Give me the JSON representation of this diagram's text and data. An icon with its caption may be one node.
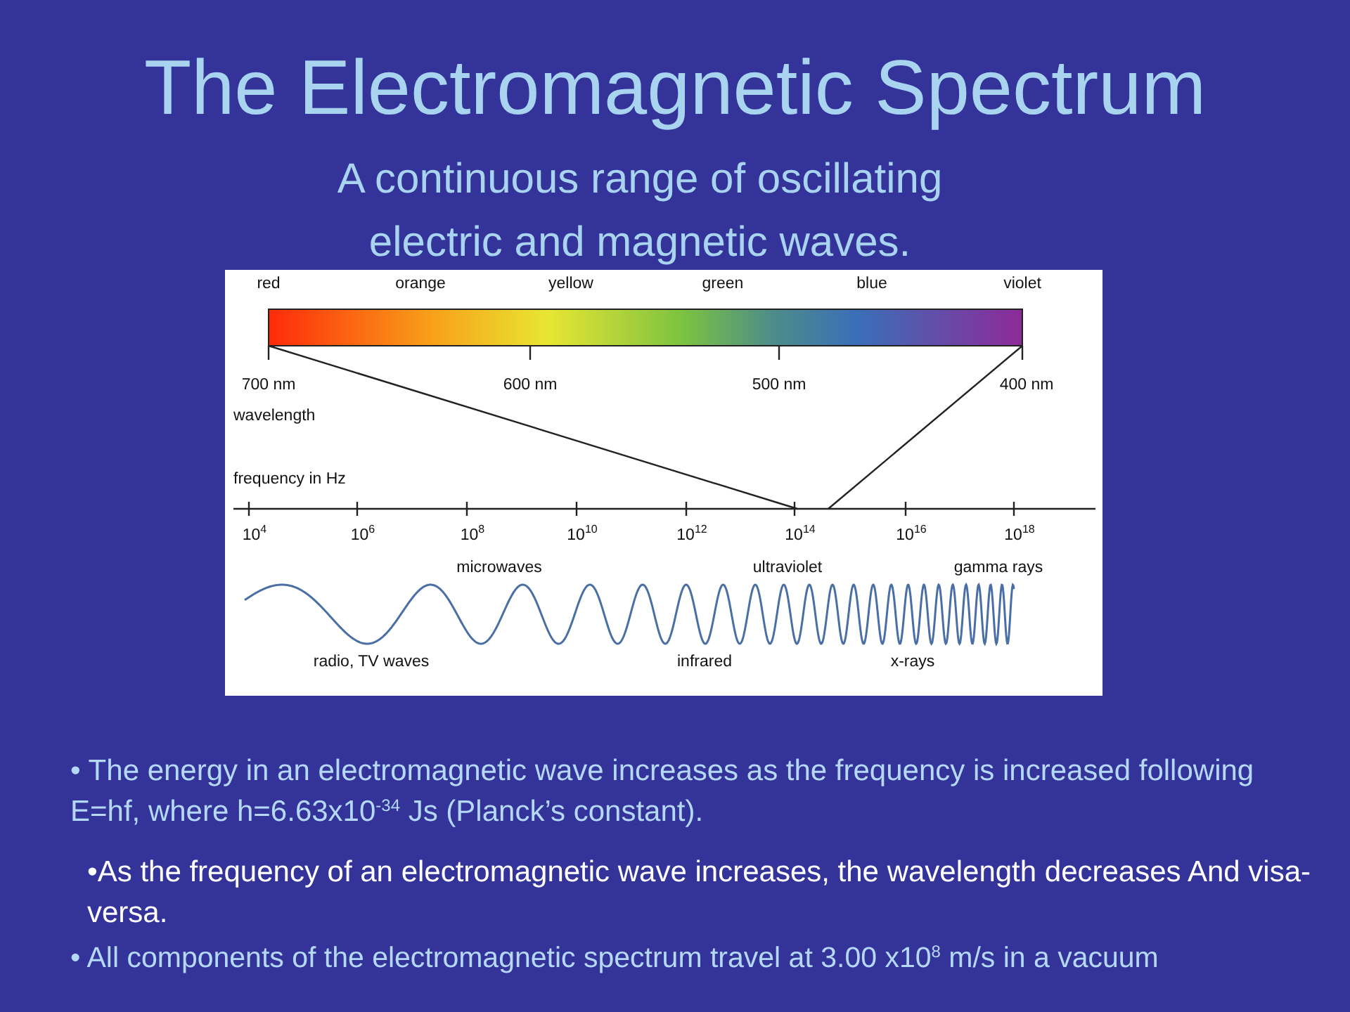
{
  "diagram": {
    "title": "The Electromagnetic Spectrum",
    "labels": [
      "A continuous range of oscillating electric and magnetic waves.",
      "red",
      "orange",
      "yellow",
      "green",
      "blue",
      "violet",
      "700 nm",
      "600 nm",
      "500 nm",
      "400 nm",
      "wavelength",
      "frequency in Hz",
      "10$^{4}$",
      "10$^{6}$",
      "10$^{8}$",
      "10$^{10}$",
      "10$^{12}$",
      "10$^{14}$",
      "10$^{16}$",
      "10$^{18}$",
      "microwaves",
      "ultraviolet",
      "gamma rays",
      "radio, TV waves",
      "infrared",
      "x-rays",
      "• The energy in an electromagnetic wave increases as the frequency is increased following E=hf, where h=6.63x10$^{-34}$ Js (Planck’s constant).",
      "•As the frequency of an electromagnetic wave increases, the wavelength decreases And visa-versa.",
      "• All components of the electromagnetic spectrum travel at 3.00 x10$^{8}$ m/s in a vacuum"
    ]
  }
}
